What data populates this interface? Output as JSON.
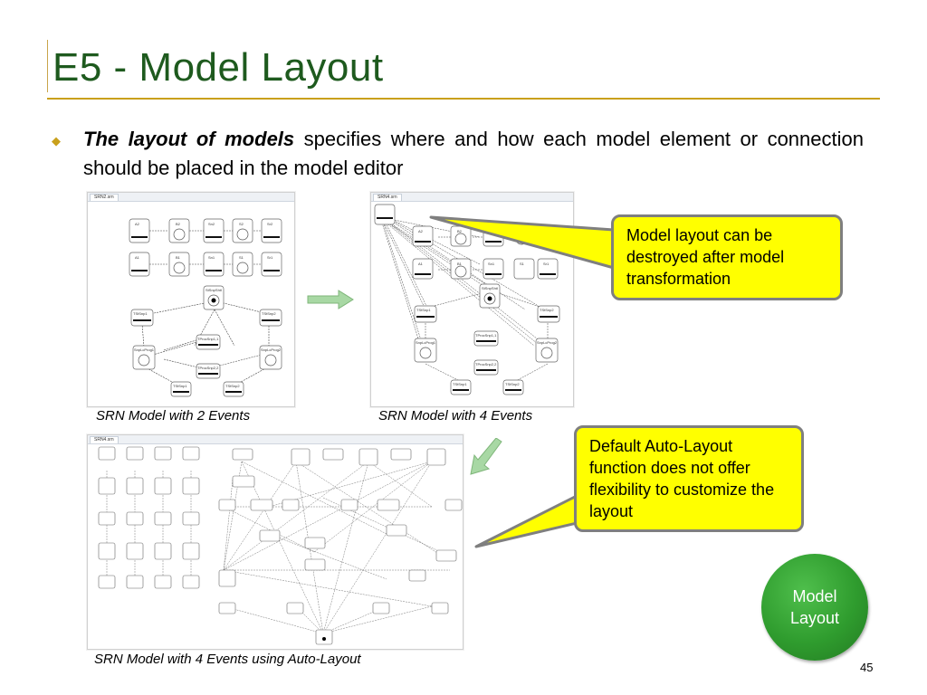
{
  "slide": {
    "title": "E5 - Model Layout",
    "bullet": {
      "bold_part": "The layout of models",
      "rest": " specifies where and how each model element or connection should be placed in the model editor"
    },
    "captions": {
      "two_events": "SRN Model with 2 Events",
      "four_events": "SRN Model with 4 Events",
      "auto_layout": "SRN Model with 4 Events using Auto-Layout"
    },
    "callouts": {
      "destroyed": "Model layout can be destroyed after model transformation",
      "auto_layout": "Default Auto-Layout function does not offer flexibility to customize the layout"
    },
    "badge": {
      "line1": "Model",
      "line2": "Layout"
    },
    "page_number": "45"
  },
  "screenshots": {
    "two_events": {
      "tab": "SRN2.srn",
      "labels": [
        "A2",
        "B2",
        "Sn2",
        "S2",
        "Sr2",
        "A1",
        "B1",
        "Sn1",
        "S1",
        "Sr1",
        "StSnpShtI",
        "TStSnp1",
        "TStSnp2",
        "SnpLcProg1",
        "TProcSnp1,1",
        "SnpLcProg2",
        "TProcSnp2,2",
        "TStSnp1",
        "TStSnp2"
      ]
    },
    "four_events": {
      "tab": "SRN4.srn",
      "labels": [
        "A2",
        "B2",
        "Sn2",
        "A1",
        "B1",
        "Sn1",
        "S1",
        "Sr1",
        "StSnpShtI",
        "TStSnp1",
        "TStSnp2",
        "SnpLcProg1",
        "TProcSnp1,1",
        "SnpLcProg2",
        "TProcSnp2,2",
        "TStSnp1",
        "TStSnp2"
      ]
    },
    "auto_layout": {
      "tab": "SRN4.srn"
    }
  },
  "colors": {
    "title": "#1e5a1e",
    "rule": "#c9a01c",
    "callout_fill": "#ffff00",
    "callout_border": "#7f7f7f",
    "badge": "#2f9c2e",
    "arrow": "#90c890"
  }
}
